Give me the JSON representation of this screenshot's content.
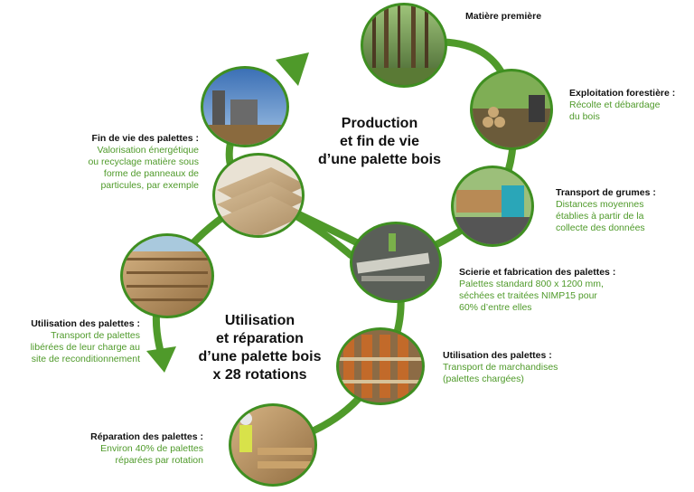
{
  "colors": {
    "arrow_green": "#4f9a2a",
    "ring_green": "#3f8f21",
    "text_green": "#4f9a2a",
    "text_dark": "#111111"
  },
  "titles": {
    "production": [
      "Production",
      "et fin de vie",
      "d’une palette bois"
    ],
    "utilisation": [
      "Utilisation",
      "et réparation",
      "d’une palette bois",
      "x 28 rotations"
    ]
  },
  "steps": {
    "matiere": {
      "title": "Matière première",
      "desc": []
    },
    "exploitation": {
      "title": "Exploitation forestière :",
      "desc": [
        "Récolte et débardage",
        "du bois"
      ]
    },
    "transport_grumes": {
      "title": "Transport de grumes :",
      "desc": [
        "Distances moyennes",
        "établies à partir de la",
        "collecte des données"
      ]
    },
    "scierie": {
      "title": "Scierie et fabrication des palettes :",
      "desc": [
        "Palettes standard 800 x 1200 mm,",
        "séchées et traitées NIMP15 pour",
        "60% d’entre elles"
      ]
    },
    "utilisation_marchandises": {
      "title": "Utilisation des palettes :",
      "desc": [
        "Transport de marchandises",
        "(palettes chargées)"
      ]
    },
    "reparation": {
      "title": "Réparation des palettes :",
      "desc": [
        "Environ 40% de palettes",
        "réparées par rotation"
      ]
    },
    "utilisation_reconditionnement": {
      "title": "Utilisation des palettes :",
      "desc": [
        "Transport de palettes",
        "libérées de leur charge  au",
        "site de reconditionnement"
      ]
    },
    "fin_de_vie": {
      "title": "Fin de vie des palettes :",
      "desc": [
        "Valorisation énergétique",
        "ou recyclage matière sous",
        "forme de panneaux de",
        "particules, par exemple"
      ]
    }
  },
  "photos": [
    {
      "name": "forest-photo",
      "subject": "forest"
    },
    {
      "name": "logging-photo",
      "subject": "logs"
    },
    {
      "name": "truck-photo",
      "subject": "truck"
    },
    {
      "name": "sawmill-photo",
      "subject": "sawmill"
    },
    {
      "name": "warehouse-photo",
      "subject": "warehouse"
    },
    {
      "name": "repair-photo",
      "subject": "repair"
    },
    {
      "name": "pallet-stack-photo",
      "subject": "pallets"
    },
    {
      "name": "panels-photo",
      "subject": "panels"
    },
    {
      "name": "plant-photo",
      "subject": "plant"
    }
  ]
}
